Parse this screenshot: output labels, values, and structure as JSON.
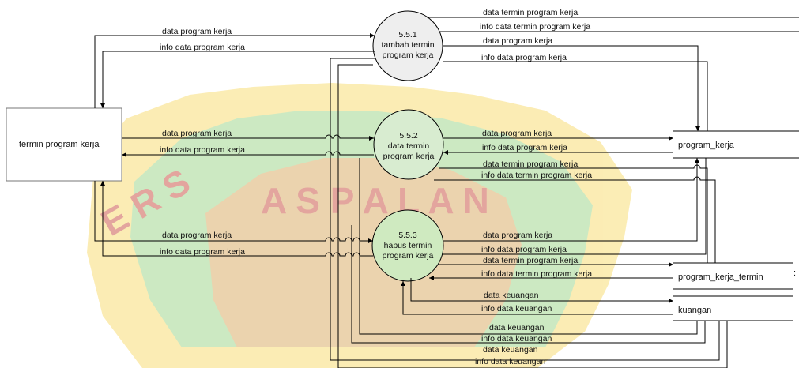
{
  "entity": {
    "label": "termin program kerja"
  },
  "processes": [
    {
      "id": "5.5.1",
      "line1": "tambah termin",
      "line2": "program kerja"
    },
    {
      "id": "5.5.2",
      "line1": "data termin",
      "line2": "program kerja"
    },
    {
      "id": "5.5.3",
      "line1": "hapus termin",
      "line2": "program kerja"
    }
  ],
  "stores": [
    {
      "label": "program_kerja"
    },
    {
      "label": "program_kerja_termin"
    },
    {
      "label": "kuangan"
    }
  ],
  "store_mark": ":",
  "flows": {
    "e_p1_data": "data program kerja",
    "e_p1_info": "info data program kerja",
    "e_p2_data": "data program kerja",
    "e_p2_info": "info data program kerja",
    "e_p3_data": "data program kerja",
    "e_p3_info": "info data program kerja",
    "p1_top_data_termin": "data termin program kerja",
    "p1_top_info_termin": "info data termin program kerja",
    "p1_data": "data program kerja",
    "p1_info": "info data program kerja",
    "p2_data": "data program kerja",
    "p2_info": "info data program kerja",
    "p2_data_termin": "data termin program kerja",
    "p2_info_termin": "info data termin program kerja",
    "p3_data": "data program kerja",
    "p3_info": "info data program kerja",
    "p3_data_termin": "data termin program kerja",
    "p3_info_termin": "info data termin program kerja",
    "p3_data_keu": "data keuangan",
    "p3_info_keu": "info data keuangan",
    "b1_data_keu": "data keuangan",
    "b1_info_keu": "info data keuangan",
    "b2_data_keu": "data keuangan",
    "b2_info_keu": "info data keuangan"
  },
  "watermark": {
    "text": "UNIVERSITAS PALANGKA RAYA"
  }
}
